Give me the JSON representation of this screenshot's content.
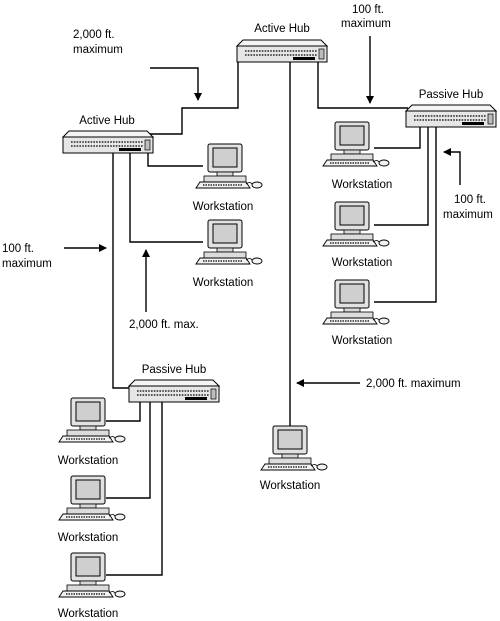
{
  "hubs": {
    "top": "Active Hub",
    "left": "Active Hub",
    "right": "Passive Hub",
    "bottom": "Passive Hub"
  },
  "workstation_label": "Workstation",
  "annotations": {
    "top_left_line1": "2,000 ft.",
    "top_left_line2": "maximum",
    "top_right_line1": "100 ft.",
    "top_right_line2": "maximum",
    "right_line1": "100 ft.",
    "right_line2": "maximum",
    "left_line1": "100 ft.",
    "left_line2": "maximum",
    "middle_left": "2,000 ft. max.",
    "middle_right": "2,000 ft. maximum"
  },
  "colors": {
    "line": "#000000",
    "hub_body": "#e6e6e6",
    "monitor_screen": "#cfcfcf"
  }
}
